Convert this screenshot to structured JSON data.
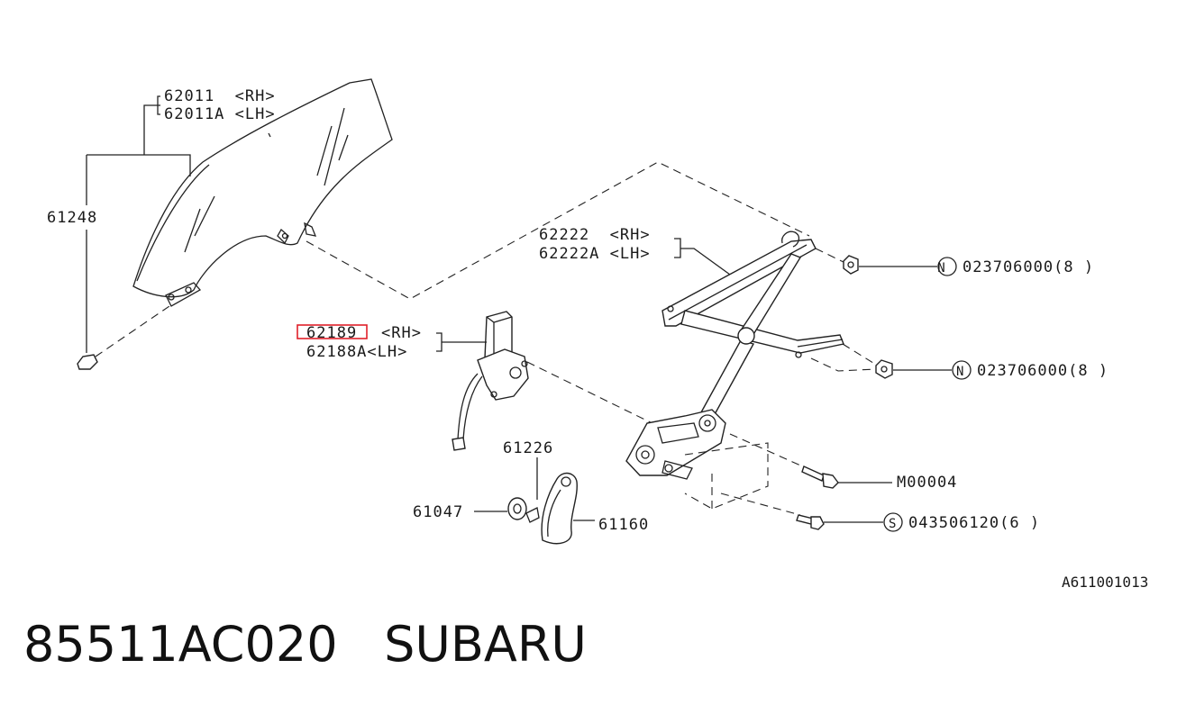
{
  "labels": {
    "glass_rh": "62011  <RH>",
    "glass_lh": "62011A <LH>",
    "glass_clip": "61248",
    "regulator_rh": "62222  <RH>",
    "regulator_lh": "62222A <LH>",
    "motor_rh": "62189",
    "motor_rh_side": "<RH>",
    "motor_lh": "62188A<LH>",
    "nut_top": "023706000(8 )",
    "nut_top_symbol": "N",
    "nut_mid": "023706000(8 )",
    "nut_mid_symbol": "N",
    "bolt": "M00004",
    "screw": "043506120(6 )",
    "screw_symbol": "S",
    "handle_clip": "61226",
    "washer": "61047",
    "handle": "61160",
    "ref_code": "A611001013"
  },
  "caption": {
    "part_number": "85511AC020",
    "brand": "SUBARU"
  },
  "colors": {
    "highlight": "#e0202a",
    "line": "#222222"
  }
}
